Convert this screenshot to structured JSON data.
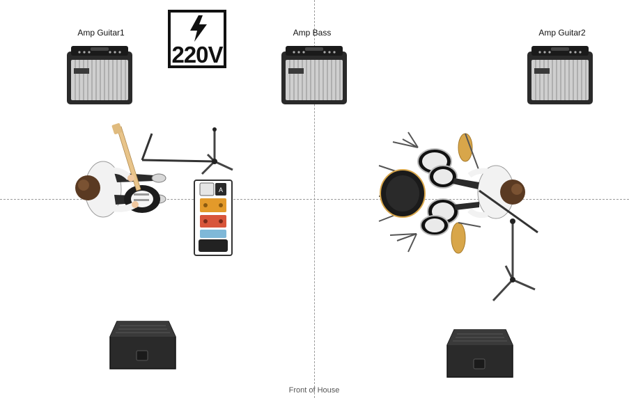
{
  "stage": {
    "labels": {
      "amp_guitar1": "Amp Guitar1",
      "amp_bass": "Amp Bass",
      "amp_guitar2": "Amp Guitar2",
      "front_of_house": "Front of House"
    },
    "power": {
      "voltage": "220V"
    }
  },
  "icons": {
    "power": "lightning-bolt-icon",
    "amp": "guitar-amplifier-icon",
    "monitor": "floor-monitor-wedge-icon",
    "drums": "drum-kit-icon",
    "mic_stand": "microphone-stand-icon",
    "pedalboard": "pedalboard-icon"
  },
  "colors": {
    "guide": "#9a9a9a",
    "amp_body": "#2a2a2a",
    "amp_grill": "#cfcfcf",
    "cymbal": "#d8a64a",
    "pedal_orange": "#e39a2a",
    "pedal_red": "#d8553a",
    "pedal_blue": "#7fb8d8"
  }
}
